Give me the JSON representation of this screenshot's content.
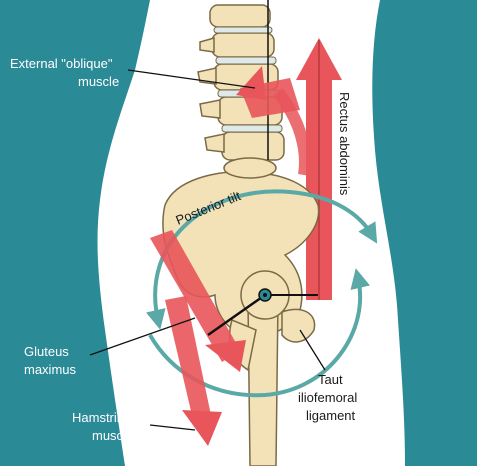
{
  "labels": {
    "external_oblique_line1": "External \"oblique\"",
    "external_oblique_line2": "muscle",
    "rectus_abdominis": "Rectus abdominis",
    "posterior_tilt": "Posterior tilt",
    "gluteus_line1": "Gluteus",
    "gluteus_line2": "maximus",
    "hamstring_line1": "Hamstring",
    "hamstring_line2": "muscle",
    "taut_line1": "Taut",
    "taut_line2": "iliofemoral",
    "taut_line3": "ligament"
  },
  "colors": {
    "background": "#2a8a96",
    "body": "#ffffff",
    "bone": "#f3e2b8",
    "bone_outline": "#7a6a45",
    "muscle": "#e8555a",
    "rotation_arrow": "#5aa9a6"
  }
}
